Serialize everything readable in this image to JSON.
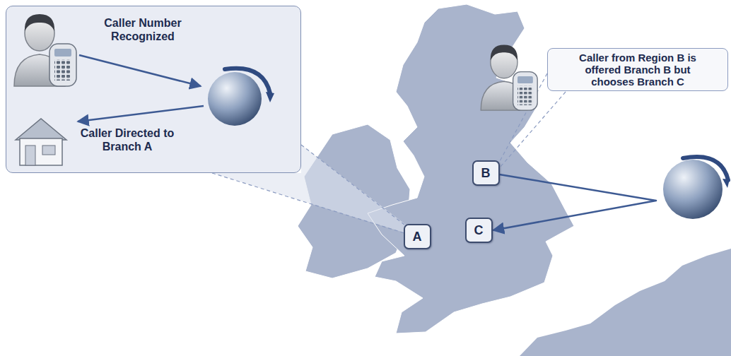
{
  "diagram": {
    "nodes": [
      {
        "text": [
          "Caller Number Recognized",
          "Caller Directed to Branch A"
        ]
      },
      {
        "text": [
          "Caller from Region B is offered Branch B but chooses Branch C"
        ]
      },
      {
        "text": [
          "B"
        ]
      },
      {
        "text": [
          "A"
        ]
      },
      {
        "text": [
          "C"
        ]
      }
    ],
    "edges": [
      {
        "from": 2,
        "to": 4,
        "arrow": "to"
      }
    ]
  }
}
